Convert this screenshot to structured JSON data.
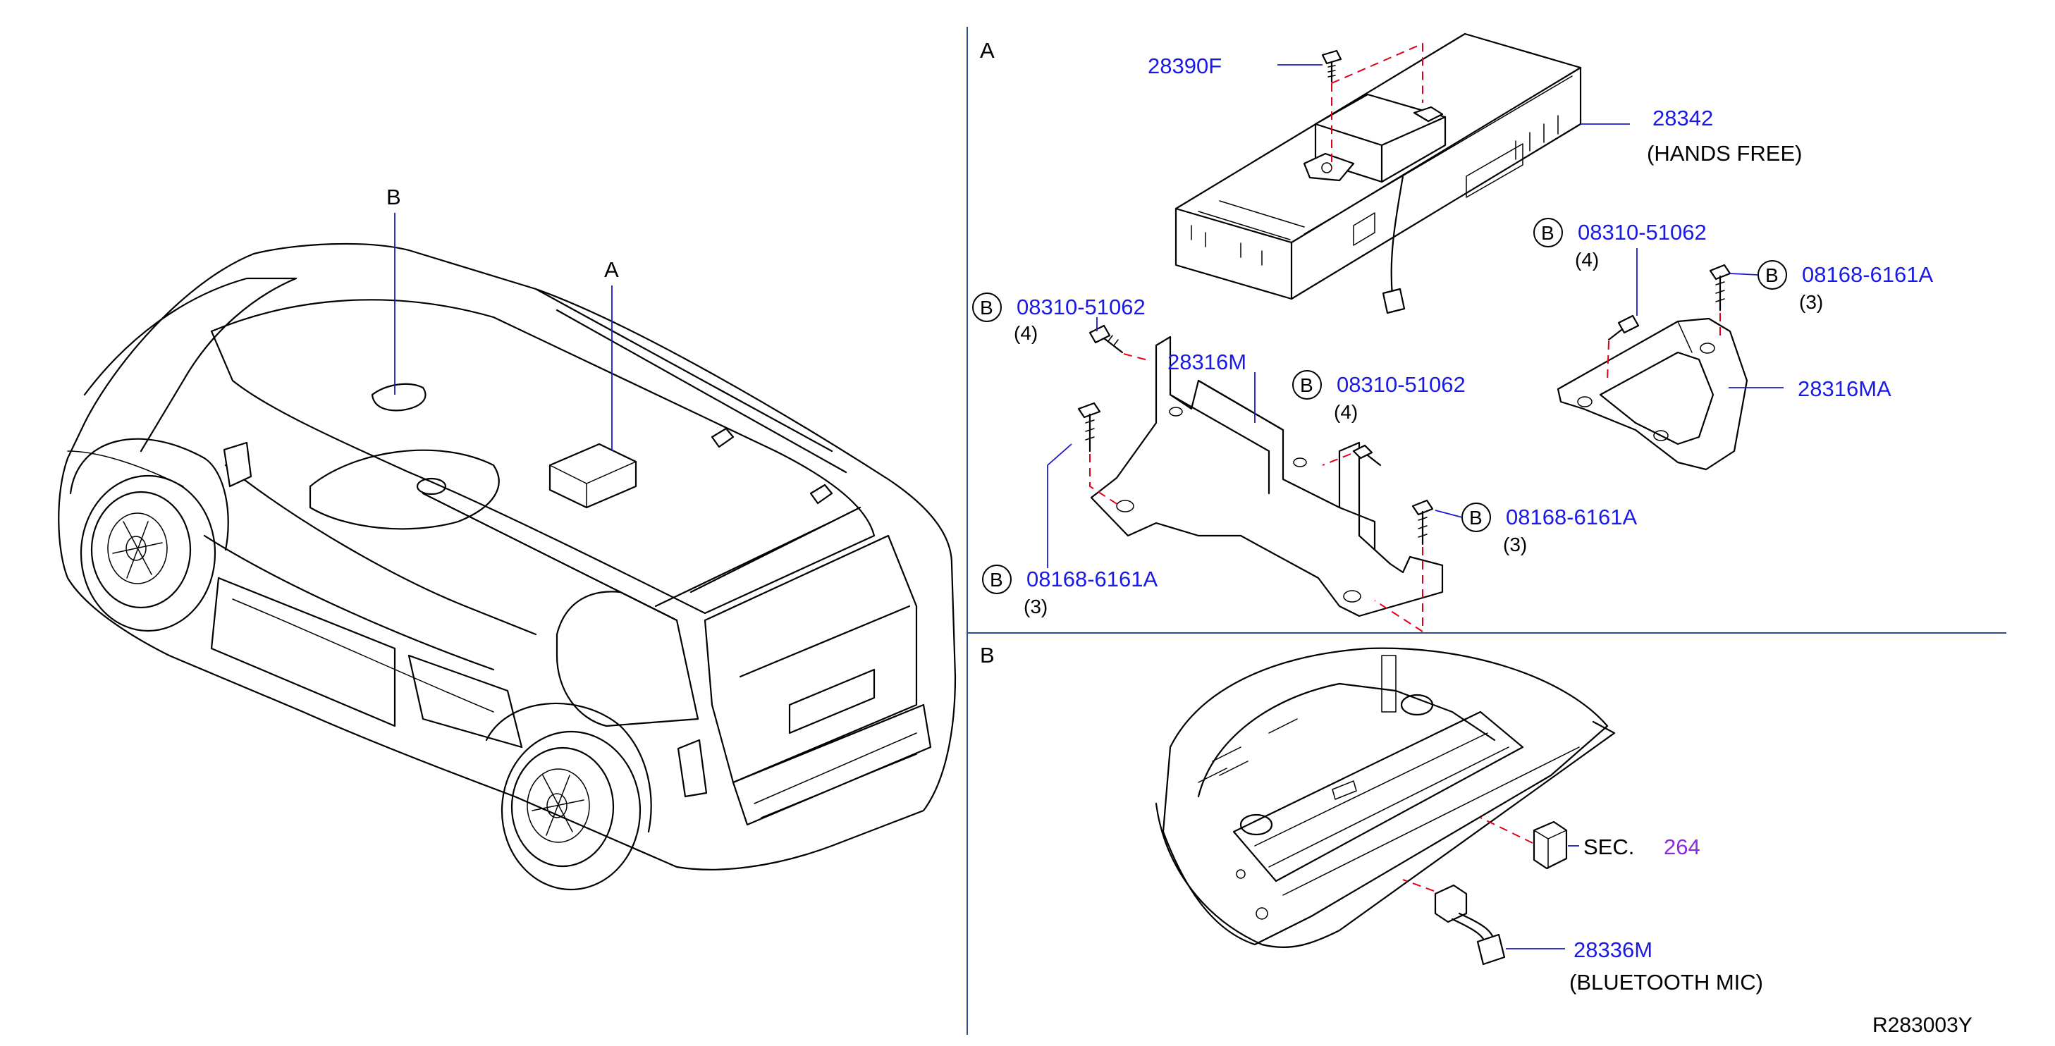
{
  "section_labels": {
    "section_a": "A",
    "section_b": "B"
  },
  "vehicle_callouts": {
    "a": "A",
    "b": "B"
  },
  "parts": {
    "screw_28390f": "28390F",
    "module_28342": "28342",
    "module_28342_desc": "(HANDS  FREE)",
    "bracket_28316m": "28316M",
    "bracket_28316ma": "28316MA",
    "mic_28336m": "28336M",
    "mic_28336m_desc": "(BLUETOOTH  MIC)"
  },
  "fasteners": {
    "f1": {
      "mark": "B",
      "pn": "08310-51062",
      "qty": "(4)"
    },
    "f2": {
      "mark": "B",
      "pn": "08310-51062",
      "qty": "(4)"
    },
    "f3": {
      "mark": "B",
      "pn": "08310-51062",
      "qty": "(4)"
    },
    "f4": {
      "mark": "B",
      "pn": "08168-6161A",
      "qty": "(3)"
    },
    "f5": {
      "mark": "B",
      "pn": "08168-6161A",
      "qty": "(3)"
    },
    "f6": {
      "mark": "B",
      "pn": "08168-6161A",
      "qty": "(3)"
    }
  },
  "section_ref": {
    "prefix": "SEC.",
    "number": "264"
  },
  "diagram_ref": "R283003Y",
  "colors": {
    "part_number": "#1a1ae6",
    "section_number": "#8a2be2",
    "dashed_line": "#e0001a",
    "frame": "#2b4e86"
  }
}
